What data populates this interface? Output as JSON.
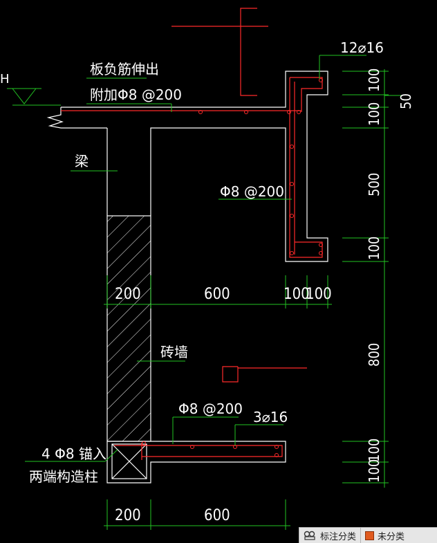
{
  "colors": {
    "background": "#000000",
    "outline": "#ffffff",
    "rebar": "#ff2a2a",
    "dimension": "#22c322",
    "leader": "#22c322",
    "hatch": "#ffffff",
    "status_swatch": "#e05a1e"
  },
  "labels": {
    "slab_rebar_line1": "板负筋伸出",
    "slab_rebar_line2": "附加Φ8 @200",
    "beam": "梁",
    "stirrup_top": "Φ8 @200",
    "brick_wall": "砖墙",
    "stirrup_bottom": "Φ8 @200",
    "bottom_bars": "3⌀16",
    "top_bars": "12⌀16",
    "anchor_line1": "4 Φ8 锚入",
    "anchor_line2": "两端构造柱",
    "level_mark": "H"
  },
  "dimensions": {
    "top_row": [
      "200",
      "600",
      "100",
      "100"
    ],
    "bottom_row": [
      "200",
      "600"
    ],
    "right_column": [
      "100",
      "100",
      "500",
      "100",
      "800",
      "100",
      "100"
    ],
    "right_extra": "50"
  },
  "statusbar": {
    "annotation_category_label": "标注分类",
    "uncategorized_label": "未分类"
  }
}
